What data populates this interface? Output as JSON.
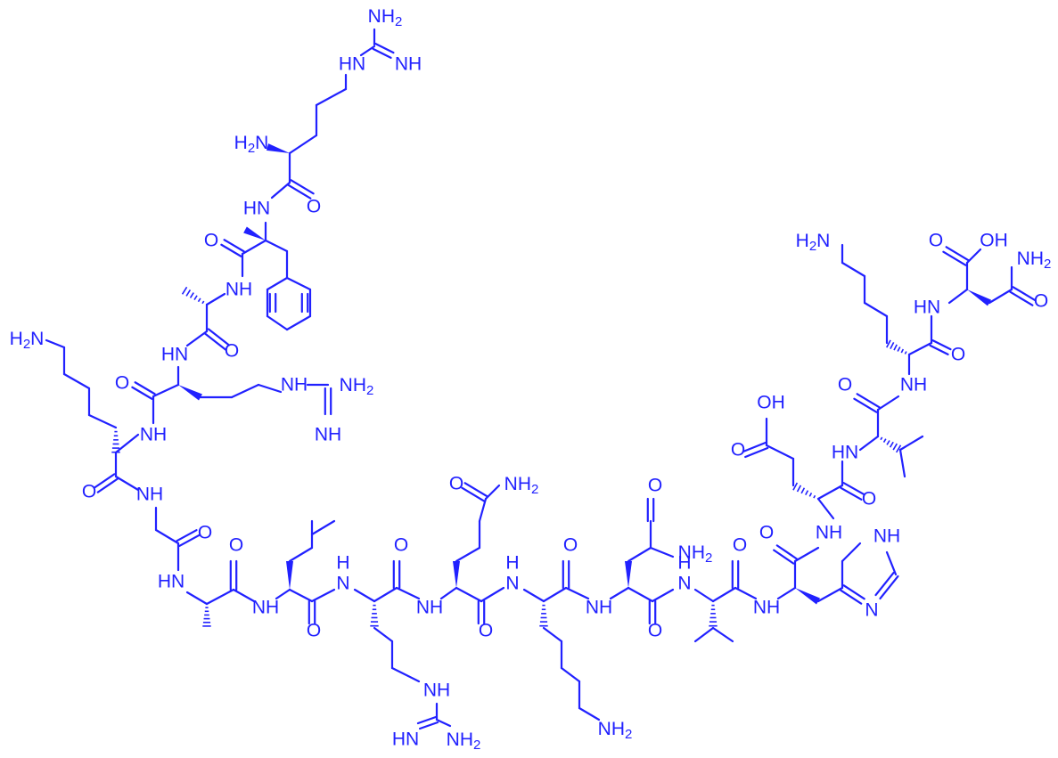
{
  "colors": {
    "structure": "#2121ff",
    "background": "#ffffff"
  },
  "labels": {
    "nh2": "NH2",
    "h2n": "H2N",
    "nh": "NH",
    "hn": "HN",
    "n": "N",
    "o": "O",
    "oh": "OH",
    "h": "H"
  }
}
